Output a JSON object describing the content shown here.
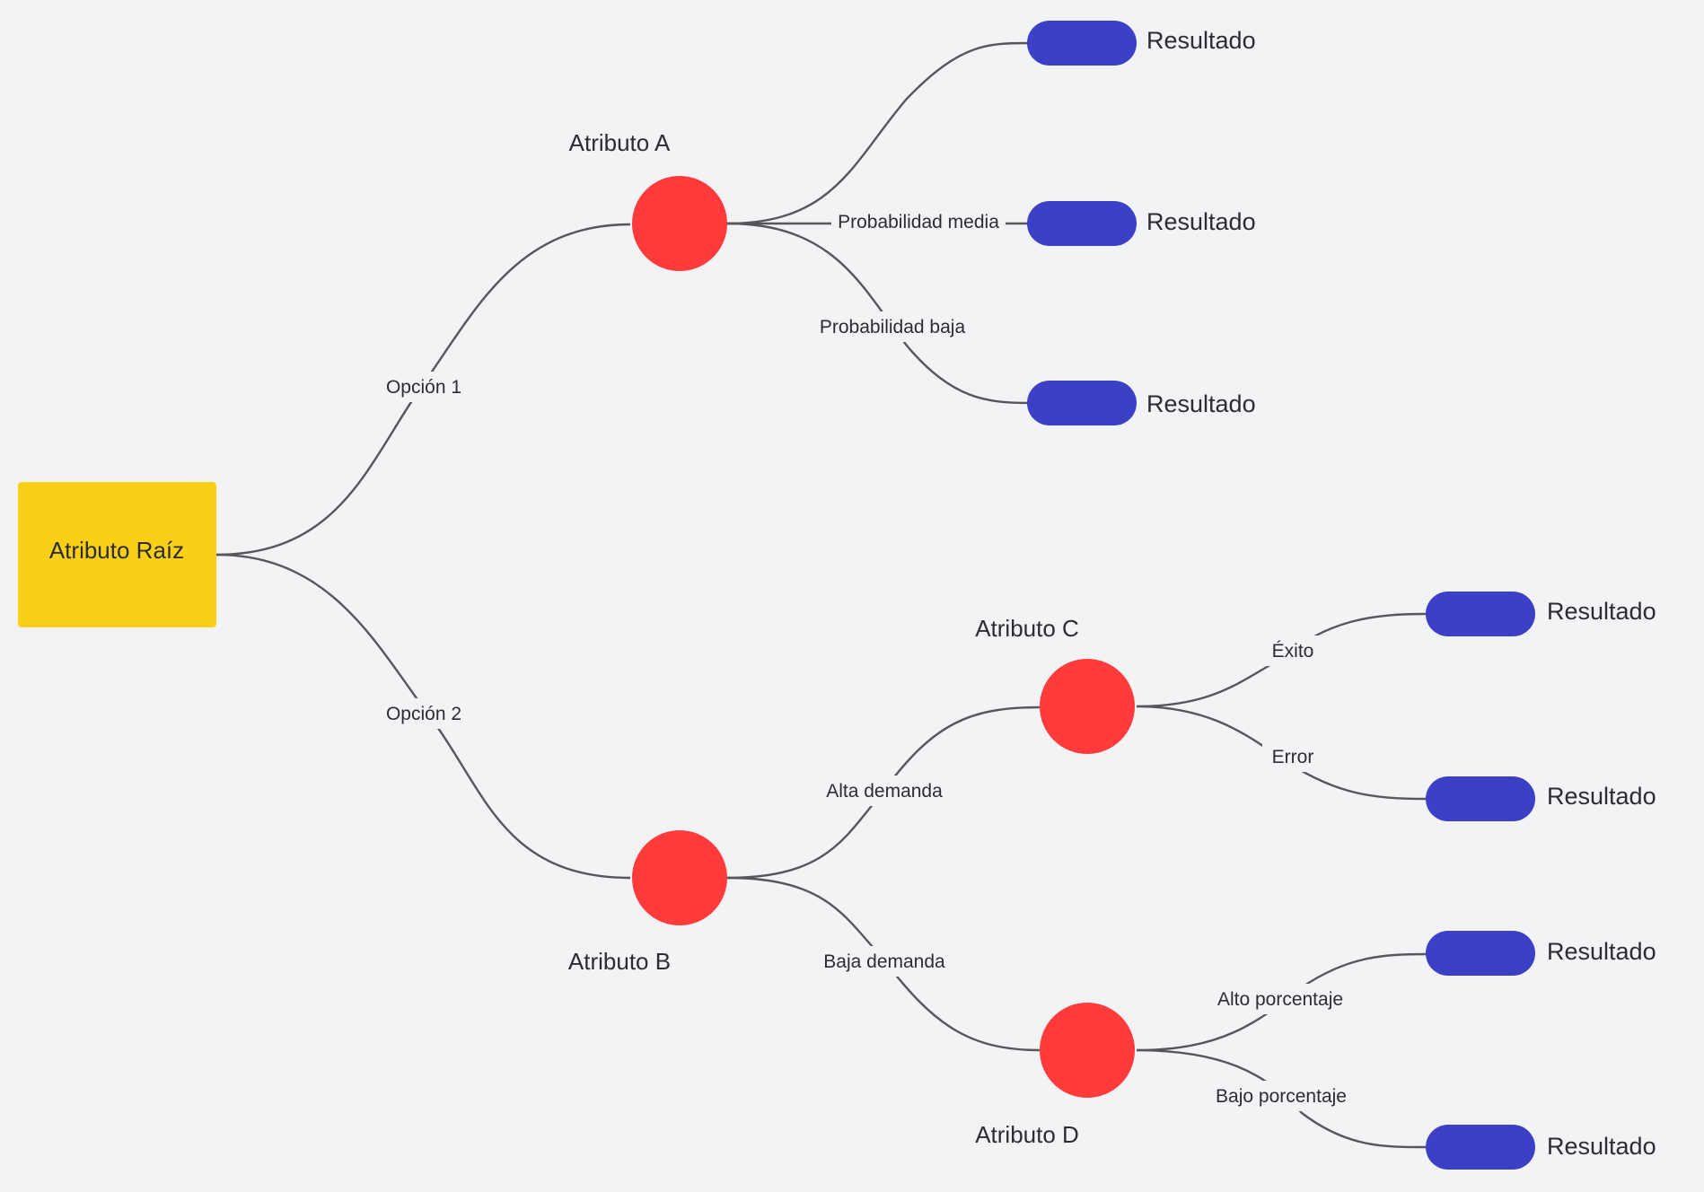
{
  "colors": {
    "background": "#f2f3f5",
    "root_fill": "#fbcf17",
    "attribute_fill": "#ff3b3c",
    "result_fill": "#3c40c4",
    "edge": "#55575b",
    "text": "#2b2d31"
  },
  "root": {
    "label": "Atributo Raíz"
  },
  "attributes": {
    "a": {
      "label": "Atributo A"
    },
    "b": {
      "label": "Atributo B"
    },
    "c": {
      "label": "Atributo C"
    },
    "d": {
      "label": "Atributo D"
    }
  },
  "edges": {
    "root_a": "Opción 1",
    "root_b": "Opción 2",
    "a_r1": "",
    "a_r2": "Probabilidad media",
    "a_r3": "Probabilidad baja",
    "b_c": "Alta demanda",
    "b_d": "Baja demanda",
    "c_r4": "Éxito",
    "c_r5": "Error",
    "d_r6": "Alto porcentaje",
    "d_r7": "Bajo porcentaje"
  },
  "results": [
    "Resultado",
    "Resultado",
    "Resultado",
    "Resultado",
    "Resultado",
    "Resultado",
    "Resultado"
  ]
}
